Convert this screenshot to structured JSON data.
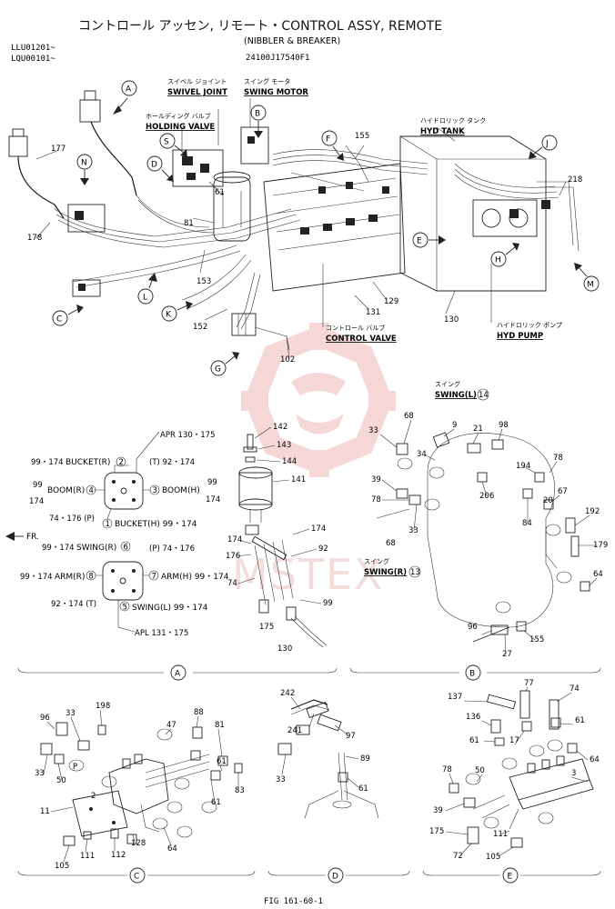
{
  "header": {
    "title": "コントロール アッセン, リモート・CONTROL ASSY, REMOTE",
    "subtitle": "(NIBBLER & BREAKER)",
    "serial_1": "LLU01201~",
    "serial_2": "LQU00101~",
    "drawing_no": "24100J17540F1"
  },
  "footer": {
    "fig": "FIG 161-60-1"
  },
  "watermark": {
    "text": "MSTEX",
    "color": "#e8b0b0"
  },
  "overview": {
    "letters": [
      "A",
      "B",
      "C",
      "D",
      "E",
      "F",
      "G",
      "H",
      "J",
      "K",
      "L",
      "M",
      "N",
      "S"
    ],
    "components": [
      {
        "jp": "スイベル ジョイント",
        "en": "SWIVEL JOINT"
      },
      {
        "jp": "スイング モータ",
        "en": "SWING MOTOR"
      },
      {
        "jp": "ホールディング バルブ",
        "en": "HOLDING VALVE"
      },
      {
        "jp": "ハイドロリック タンク",
        "en": "HYD TANK"
      },
      {
        "jp": "コントロール バルブ",
        "en": "CONTROL VALVE"
      },
      {
        "jp": "ハイドロリック ポンプ",
        "en": "HYD PUMP"
      }
    ],
    "parts": [
      "177",
      "178",
      "81",
      "61",
      "153",
      "152",
      "155",
      "218",
      "129",
      "131",
      "130",
      "102"
    ]
  },
  "detail_a": {
    "label": "A",
    "fr": "FR.",
    "upper_valve": {
      "apr": "APR 130・175",
      "bucket_r_qty": "99・174",
      "bucket_r_label": "BUCKET(R)",
      "bucket_r_no": "2",
      "t_label": "(T) 92・174",
      "boom_r_qty1": "99",
      "boom_r_qty2": "174",
      "boom_r_label": "BOOM(R)",
      "boom_r_no": "4",
      "boom_h_no": "3",
      "boom_h_label": "BOOM(H)",
      "boom_h_qty1": "99",
      "boom_h_qty2": "174",
      "p_label": "74・176 (P)",
      "bucket_h_no": "1",
      "bucket_h_label": "BUCKET(H) 99・174"
    },
    "lower_valve": {
      "swing_r_qty": "99・174",
      "swing_r_label": "SWING(R)",
      "swing_r_no": "6",
      "p_label": "(P) 74・176",
      "arm_r_qty": "99・174",
      "arm_r_label": "ARM(R)",
      "arm_r_no": "8",
      "arm_h_no": "7",
      "arm_h_label": "ARM(H) 99・174",
      "t_label": "92・174 (T)",
      "swing_l_no": "5",
      "swing_l_label": "SWING(L) 99・174",
      "apl": "APL 131・175"
    },
    "parts": [
      "142",
      "143",
      "144",
      "141",
      "174",
      "174",
      "176",
      "74",
      "92",
      "99",
      "175",
      "130"
    ]
  },
  "detail_b": {
    "label": "B",
    "swing_l_jp": "スイング",
    "swing_l": "SWING(L)",
    "swing_l_no": "14",
    "swing_r_jp": "スイング",
    "swing_r": "SWING(R)",
    "swing_r_no": "13",
    "parts": [
      "33",
      "68",
      "9",
      "21",
      "98",
      "34",
      "39",
      "78",
      "33",
      "206",
      "194",
      "78",
      "67",
      "84",
      "20",
      "192",
      "179",
      "68",
      "64",
      "96",
      "27",
      "155"
    ]
  },
  "detail_c": {
    "label": "C",
    "parts": [
      "96",
      "33",
      "198",
      "47",
      "88",
      "81",
      "33",
      "50",
      "61",
      "83",
      "61",
      "2",
      "11",
      "64",
      "105",
      "111",
      "112",
      "128"
    ],
    "port_p": "P"
  },
  "detail_d": {
    "label": "D",
    "parts": [
      "242",
      "241",
      "97",
      "33",
      "89",
      "61"
    ]
  },
  "detail_e": {
    "label": "E",
    "parts": [
      "77",
      "74",
      "137",
      "136",
      "61",
      "61",
      "17",
      "64",
      "78",
      "50",
      "3",
      "39",
      "111",
      "175",
      "72",
      "105"
    ]
  }
}
